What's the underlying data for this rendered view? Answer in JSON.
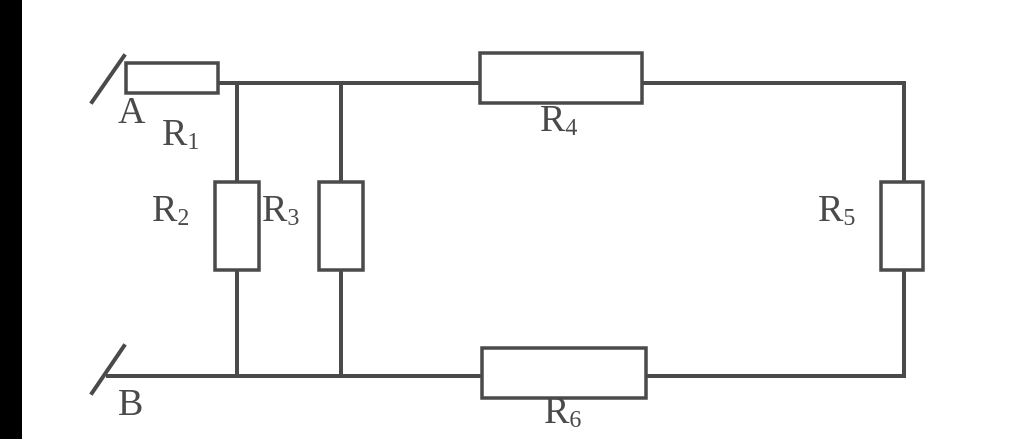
{
  "terminals": {
    "a": "A",
    "b": "B"
  },
  "resistors": {
    "r1": {
      "letter": "R",
      "index": "1"
    },
    "r2": {
      "letter": "R",
      "index": "2"
    },
    "r3": {
      "letter": "R",
      "index": "3"
    },
    "r4": {
      "letter": "R",
      "index": "4"
    },
    "r5": {
      "letter": "R",
      "index": "5"
    },
    "r6": {
      "letter": "R",
      "index": "6"
    }
  },
  "colors": {
    "line": "#4a4a4a",
    "background": "#ffffff",
    "left_edge": "#000000"
  }
}
